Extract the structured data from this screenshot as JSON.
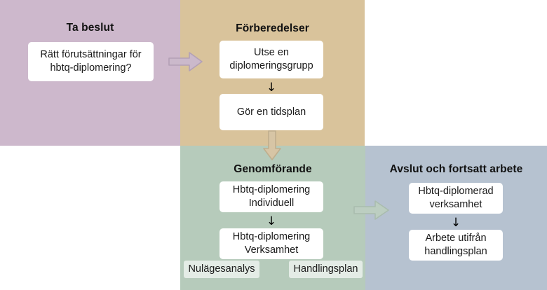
{
  "diagram": {
    "title_semantic": "hbtq-diplomering process flow",
    "sections": [
      {
        "id": "beslut",
        "title": "Ta beslut",
        "bg": "#CDB8CC",
        "boxes": [
          {
            "text": "Rätt förutsättningar för hbtq-diplomering?"
          }
        ],
        "chips": []
      },
      {
        "id": "forberedelser",
        "title": "Förberedelser",
        "bg": "#D9C39B",
        "boxes": [
          {
            "text": "Utse en diplomeringsgrupp"
          },
          {
            "text": "Gör en tidsplan"
          }
        ],
        "chips": []
      },
      {
        "id": "genomforande",
        "title": "Genomförande",
        "bg": "#B6CBBB",
        "boxes": [
          {
            "text": "Hbtq-diplomering Individuell"
          },
          {
            "text": "Hbtq-diplomering Verksamhet"
          }
        ],
        "chips": [
          {
            "text": "Nulägesanalys"
          },
          {
            "text": "Handlingsplan"
          }
        ]
      },
      {
        "id": "avslut",
        "title": "Avslut och fortsatt arbete",
        "bg": "#B6C2D0",
        "boxes": [
          {
            "text": "Hbtq-diplomerad verksamhet"
          },
          {
            "text": "Arbete utifrån handlingsplan"
          }
        ],
        "chips": []
      }
    ],
    "connectors": [
      {
        "id": "beslut-to-forberedelser",
        "direction": "right",
        "color": "#C7B4C8"
      },
      {
        "id": "forberedelser-to-genomforande",
        "direction": "down",
        "color": "#D6C4A4"
      },
      {
        "id": "genomforande-to-avslut",
        "direction": "right",
        "color": "#B9CDBE"
      }
    ],
    "step_arrows": [
      {
        "id": "forberedelser-step",
        "glyph": "↓"
      },
      {
        "id": "genomforande-step",
        "glyph": "↓"
      },
      {
        "id": "avslut-step",
        "glyph": "↓"
      }
    ]
  }
}
